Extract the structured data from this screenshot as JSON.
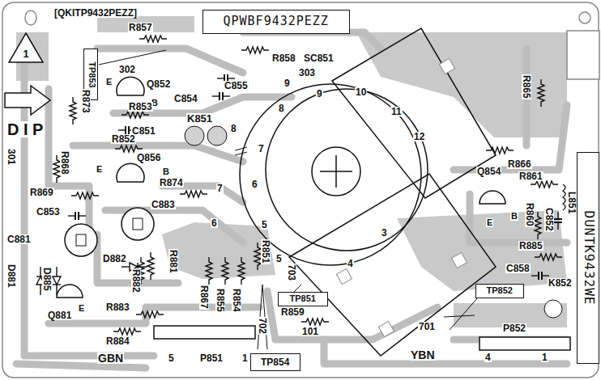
{
  "diagram": {
    "nodes": [
      {
        "text": [
          "1"
        ]
      },
      {
        "text": [
          "QPWBF9432PEZZ"
        ]
      },
      {
        "text": [
          "TP853"
        ]
      },
      {
        "text": [
          "TP851"
        ]
      },
      {
        "text": [
          "TP852"
        ]
      },
      {
        "text": [
          "TP854"
        ]
      },
      {
        "text": [
          "DUNTK9432WE"
        ]
      }
    ],
    "labels": [
      "[QKITP9432PEZZ]",
      "R857",
      "R858",
      "303",
      "302",
      "E",
      "Q852",
      "B",
      "R853",
      "C855",
      "C854",
      "SC851",
      "9",
      "9",
      "10",
      "11",
      "12",
      "8",
      "8",
      "K851",
      "7",
      "7",
      "6",
      "6",
      "5",
      "3",
      "4",
      "R865",
      "D I P",
      "R873",
      "C851",
      "R852",
      "301",
      "R868",
      "Q856",
      "E",
      "B",
      "R874",
      "C883",
      "R866",
      "R861",
      "Q854",
      "L851",
      "E",
      "R860",
      "B",
      "C852",
      "R869",
      "C853",
      "C881",
      "D882",
      "R881",
      "R882",
      "R851",
      "5",
      "703",
      "R885",
      "C858",
      "K852",
      "D881",
      "D885",
      "E",
      "Q881",
      "R883",
      "R867",
      "R855",
      "R854",
      "R859",
      "101",
      "701",
      "P852",
      "R884",
      "GBN",
      "5",
      "P851",
      "1",
      "702",
      "YBN",
      "4",
      "1"
    ]
  }
}
